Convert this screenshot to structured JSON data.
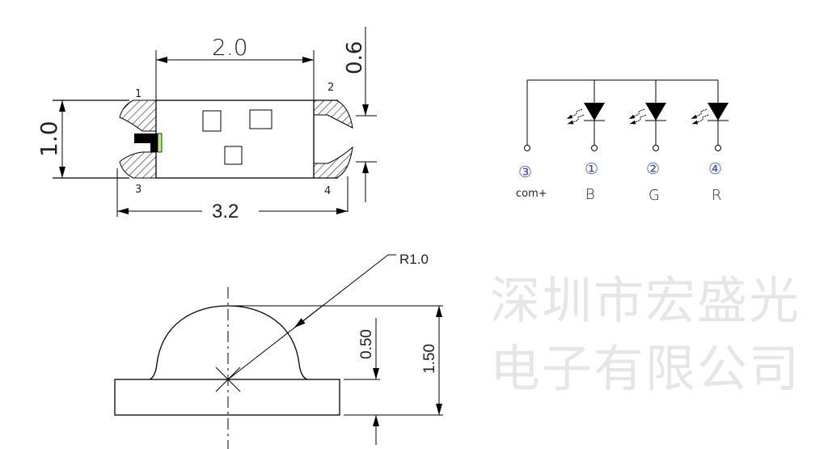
{
  "watermark": "深圳市宏盛光电子有限公司",
  "top_view": {
    "dim_length": "3.2",
    "dim_inner": "2.0",
    "dim_width": "1.0",
    "dim_pad": "0.6",
    "pins": [
      "1",
      "2",
      "3",
      "4"
    ],
    "polarity_mark_color": "#000000",
    "polarity_stripe_color": "#b6f07a"
  },
  "schematic": {
    "pins": [
      {
        "num": "③",
        "label": "com+"
      },
      {
        "num": "①",
        "label": "B"
      },
      {
        "num": "②",
        "label": "G"
      },
      {
        "num": "④",
        "label": "R"
      }
    ],
    "num_color": "#3a4fb0"
  },
  "side_view": {
    "radius": "R1.0",
    "dim_height": "1.50",
    "dim_base": "0.50"
  }
}
